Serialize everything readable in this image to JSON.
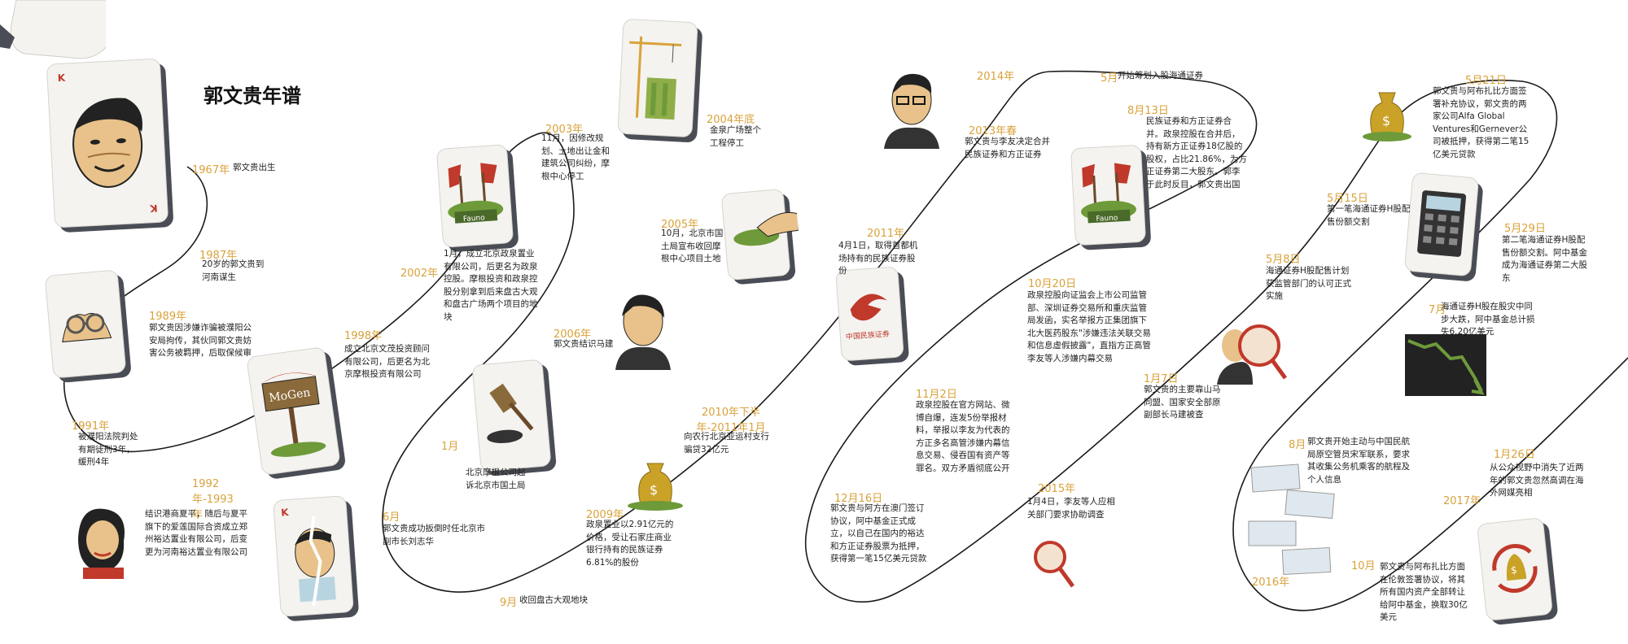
{
  "title": "郭文贵年谱",
  "colors": {
    "year": "#d9a23a",
    "line": "#1a1a1a",
    "card_shadow": "#4a4d55",
    "accent_red": "#c0392b",
    "money_gold": "#c9a227",
    "tree_green": "#6e9a3a"
  },
  "events": [
    {
      "year": "1967年",
      "text": "郭文贵出生"
    },
    {
      "year": "1987年",
      "text": "20岁的郭文贵到河南谋生"
    },
    {
      "year": "1989年",
      "text": "郭文贵因涉嫌诈骗被濮阳公安局拘传，其伙同郭文贵妨害公务被羁押，后取保候审"
    },
    {
      "year": "1991年",
      "text": "被濮阳法院判处有期徒刑3年，缓刑4年"
    },
    {
      "year": "1992年-1993年",
      "text": "结识港商夏平，随后与夏平旗下的爱莲国际合资成立郑州裕达置业有限公司，后变更为河南裕达置业有限公司"
    },
    {
      "year": "1998年",
      "text": "成立北京文茂投资顾问有限公司，后更名为北京摩根投资有限公司"
    },
    {
      "year": "2002年",
      "text": "1月，成立北京政泉置业有限公司，后更名为政泉控股。摩根投资和政泉控股分别拿到后来盘古大观和盘古广场两个项目的地块"
    },
    {
      "year": "2003年",
      "text": "11月，因修改规划、土地出让金和建筑公司纠纷，摩根中心停工"
    },
    {
      "year": "2004年底",
      "text": "金泉广场整个工程停工"
    },
    {
      "year": "2005年",
      "text": "10月，北京市国土局宣布收回摩根中心项目土地"
    },
    {
      "year": "2006年",
      "text": "郭文贵结识马建"
    },
    {
      "year": "1月",
      "text": "北京摩根公司起诉北京市国土局"
    },
    {
      "year": "6月",
      "text": "郭文贵成功扳倒时任北京市副市长刘志华"
    },
    {
      "year": "9月",
      "text": "收回盘古大观地块"
    },
    {
      "year": "2009年",
      "text": "政泉置业以2.91亿元的价格，受让石家庄商业银行持有的民族证券6.81%的股份"
    },
    {
      "year": "2010年下半年-2011年1月",
      "text": "向农行北京亚运村支行骗贷32亿元"
    },
    {
      "year": "2011年",
      "text": "4月1日，取得首都机场持有的民族证券股份"
    },
    {
      "year": "12月16日",
      "text": "郭文贵与阿方在澳门签订协议，阿中基金正式成立，以自己在国内的裕达和方正证券股票为抵押，获得第一笔15亿美元贷款"
    },
    {
      "year": "11月2日",
      "text": "政泉控股在官方网站、微博自爆，连发5份举报材料，举报以李友为代表的方正多名高管涉嫌内幕信息交易、侵吞国有资产等罪名。双方矛盾彻底公开"
    },
    {
      "year": "10月20日",
      "text": "政泉控股向证监会上市公司监管部、深圳证券交易所和重庆监管局发函，实名举报方正集团旗下北大医药股东\"涉嫌违法关联交易和信息虚假披露\"，直指方正高管李友等人涉嫌内幕交易"
    },
    {
      "year": "2013年春",
      "text": "郭文贵与李友决定合并民族证券和方正证券"
    },
    {
      "year": "2014年",
      "text": ""
    },
    {
      "year": "5月",
      "text": "开始筹划入股海通证券"
    },
    {
      "year": "8月13日",
      "text": "民族证券和方正证券合并。政泉控股在合并后，持有新方正证券18亿股的股权，占比21.86%，为方正证券第二大股东。郭李于此时反目，郭文贵出国"
    },
    {
      "year": "2015年",
      "text": "1月4日，李友等人应相关部门要求协助调查"
    },
    {
      "year": "1月7日",
      "text": "郭文贵的主要靠山马同盟、国家安全部原副部长马建被查"
    },
    {
      "year": "5月8日",
      "text": "海通证券H股配售计划获监管部门的认可正式实施"
    },
    {
      "year": "5月15日",
      "text": "第一笔海通证券H股配售份额交割"
    },
    {
      "year": "5月21日",
      "text": "郭文贵与阿布扎比方面签署补充协议，郭文贵的两家公司Alfa Global Ventures和Gernever公司被抵押，获得第二笔15亿美元贷款"
    },
    {
      "year": "5月29日",
      "text": "第二笔海通证券H股配售份额交割。阿中基金成为海通证券第二大股东"
    },
    {
      "year": "7月",
      "text": "海通证券H股在股灾中同步大跌，阿中基金总计损失6.20亿美元"
    },
    {
      "year": "8月",
      "text": "郭文贵开始主动与中国民航局原空管员宋军联系，要求其收集公务机乘客的航程及个人信息"
    },
    {
      "year": "2016年",
      "text": ""
    },
    {
      "year": "1月26日",
      "text": "从公众视野中消失了近两年的郭文贵忽然高调在海外网媒亮相"
    },
    {
      "year": "2017年",
      "text": ""
    },
    {
      "year": "10月",
      "text": "郭文贵与阿布扎比方面在伦敦签署协议，将其所有国内资产全部转让给阿中基金，换取30亿美元"
    }
  ],
  "cards": [
    {
      "index": "K",
      "icon": "portrait-icon"
    },
    {
      "index": "",
      "icon": "handcuffs-icon"
    },
    {
      "index": "",
      "icon": "moragen-sign-icon"
    },
    {
      "index": "K",
      "icon": "torn-portrait-icon"
    },
    {
      "index": "",
      "icon": "flag-land-icon"
    },
    {
      "index": "",
      "icon": "gavel-icon"
    },
    {
      "index": "",
      "icon": "crane-building-icon"
    },
    {
      "index": "",
      "icon": "hand-taking-land-icon"
    },
    {
      "index": "",
      "icon": "minzu-securities-logo-icon"
    },
    {
      "index": "",
      "icon": "flag-land-icon"
    },
    {
      "index": "",
      "icon": "calculator-icon"
    },
    {
      "index": "",
      "icon": "money-cycle-icon"
    }
  ],
  "logo_texts": {
    "moragen": "MoGen",
    "fauno": "Fauno",
    "minzu": "中国民族证券"
  }
}
